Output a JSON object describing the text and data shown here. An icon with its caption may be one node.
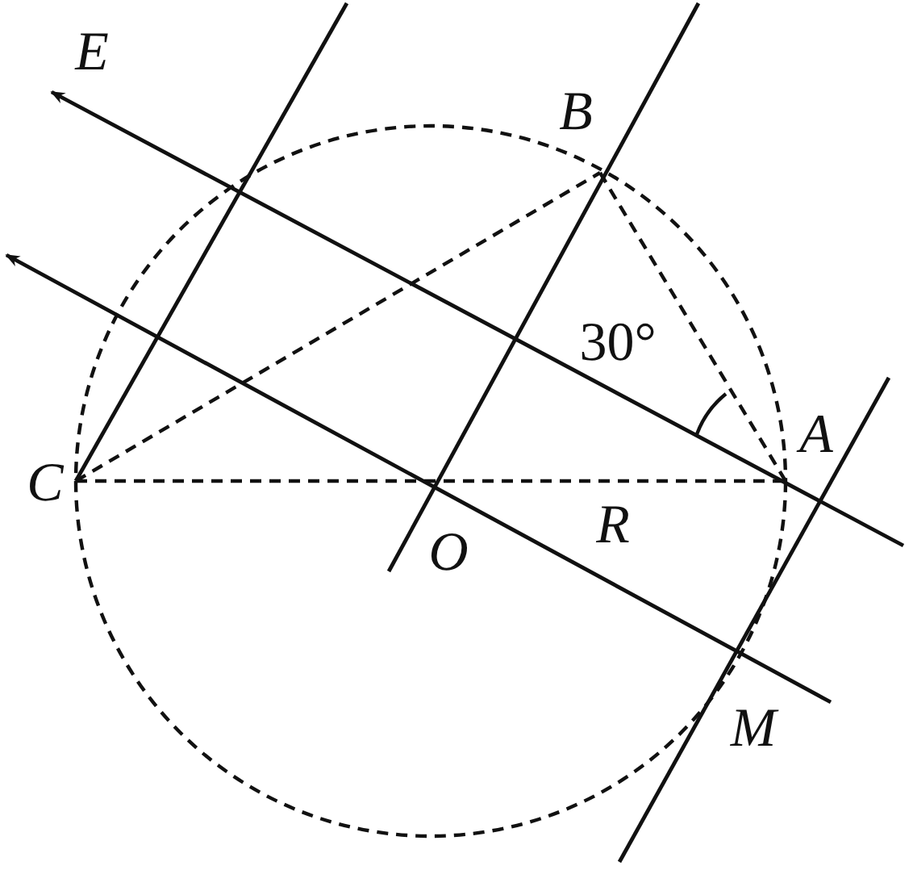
{
  "diagram": {
    "labels": [
      "E",
      "B",
      "30°",
      "A",
      "C",
      "O",
      "R",
      "M"
    ]
  }
}
